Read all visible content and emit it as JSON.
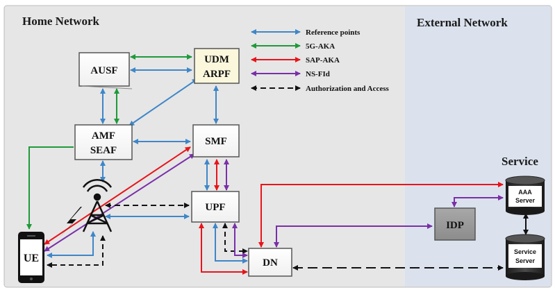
{
  "regions": {
    "home": {
      "title": "Home Network"
    },
    "external": {
      "title": "External Network"
    },
    "service": {
      "title": "Service"
    }
  },
  "nodes": {
    "ausf": {
      "label": "AUSF"
    },
    "udm": {
      "line1": "UDM",
      "line2": "ARPF"
    },
    "amf": {
      "line1": "AMF",
      "line2": "SEAF"
    },
    "smf": {
      "label": "SMF"
    },
    "upf": {
      "label": "UPF"
    },
    "dn": {
      "label": "DN"
    },
    "idp": {
      "label": "IDP"
    },
    "ue": {
      "label": "UE"
    },
    "aaa": {
      "line1": "AAA",
      "line2": "Server"
    },
    "service_server": {
      "line1": "Service",
      "line2": "Server"
    }
  },
  "legend": [
    {
      "label": "Reference points",
      "color": "#3f86c8",
      "style": "double"
    },
    {
      "label": "5G-AKA",
      "color": "#1f9a3a",
      "style": "double"
    },
    {
      "label": "SAP-AKA",
      "color": "#e8141b",
      "style": "double"
    },
    {
      "label": "NS-FId",
      "color": "#7a2fa8",
      "style": "double"
    },
    {
      "label": "Authorization and Access",
      "color": "#111111",
      "style": "dashed"
    }
  ],
  "colors": {
    "blue": "#3f86c8",
    "green": "#1f9a3a",
    "red": "#e8141b",
    "purple": "#7a2fa8",
    "black": "#111111",
    "home_bg": "#e6e6e6",
    "external_bg": "#dbe2ee"
  }
}
